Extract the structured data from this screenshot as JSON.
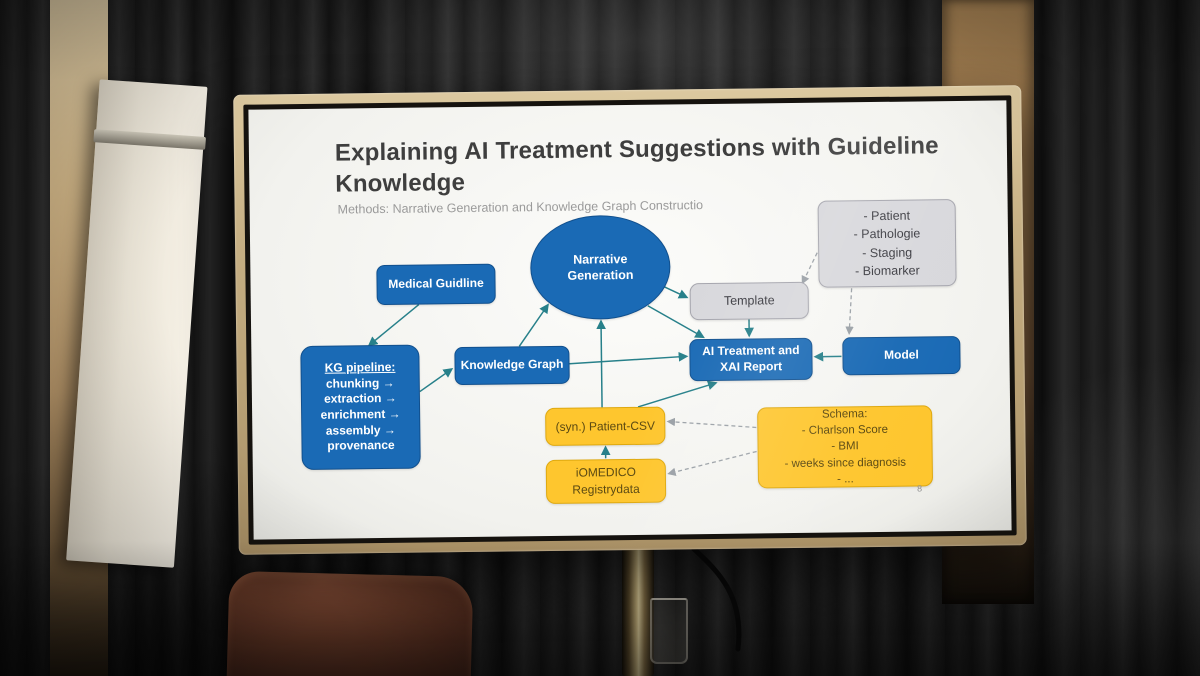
{
  "slide": {
    "title": "Explaining AI Treatment Suggestions with Guideline Knowledge",
    "subtitle": "Methods: Narrative Generation and Knowledge Graph Constructio",
    "page_number": "8",
    "colors": {
      "node_blue": "#1a6ab5",
      "node_yellow": "#fec62e",
      "node_gray": "#d8d8dc",
      "arrow_teal": "#27808a",
      "arrow_dashed_gray": "#9aa0a6"
    },
    "nodes": {
      "medical_guideline": {
        "label": "Medical Guidline"
      },
      "narrative_generation": {
        "label": "Narrative\nGeneration"
      },
      "template": {
        "label": "Template"
      },
      "patient_info": {
        "label": "- Patient\n- Pathologie\n- Staging\n- Biomarker"
      },
      "kg_pipeline": {
        "heading": "KG pipeline:",
        "label": "chunking →\nextraction →\nenrichment →\nassembly →\nprovenance"
      },
      "knowledge_graph": {
        "label": "Knowledge Graph"
      },
      "ai_treatment": {
        "label": "AI Treatment and\nXAI Report"
      },
      "model": {
        "label": "Model"
      },
      "patient_csv": {
        "label": "(syn.) Patient-CSV"
      },
      "iomedico": {
        "label": "iOMEDICO\nRegistrydata"
      },
      "schema": {
        "label": "Schema:\n- Charlson Score\n- BMI\n- weeks since diagnosis\n- ..."
      }
    }
  }
}
